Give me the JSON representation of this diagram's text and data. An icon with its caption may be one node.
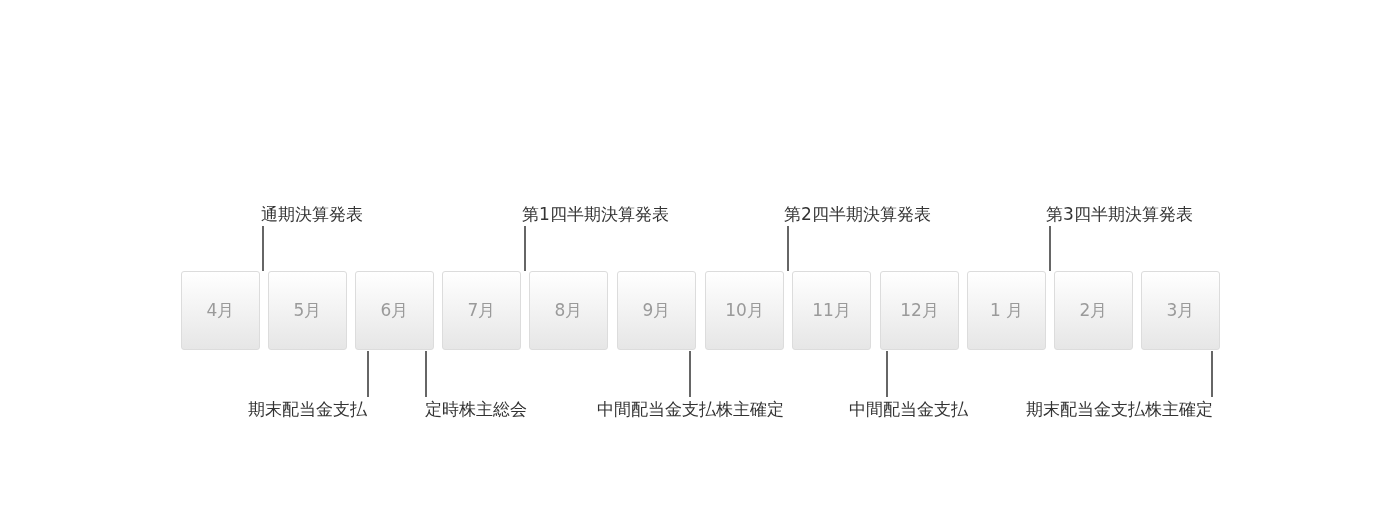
{
  "diagram": {
    "nodes": [
      {
        "text": [
          "4月"
        ]
      },
      {
        "text": [
          "5月"
        ]
      },
      {
        "text": [
          "6月"
        ]
      },
      {
        "text": [
          "7月"
        ]
      },
      {
        "text": [
          "8月"
        ]
      },
      {
        "text": [
          "9月"
        ]
      },
      {
        "text": [
          "10月"
        ]
      },
      {
        "text": [
          "11月"
        ]
      },
      {
        "text": [
          "12月"
        ]
      },
      {
        "text": [
          "1 月"
        ]
      },
      {
        "text": [
          "2月"
        ]
      },
      {
        "text": [
          "3月"
        ]
      },
      {
        "text": [
          "通期決算発表"
        ]
      },
      {
        "text": [
          "第1四半期決算発表"
        ]
      },
      {
        "text": [
          "第2四半期決算発表"
        ]
      },
      {
        "text": [
          "第3四半期決算発表"
        ]
      },
      {
        "text": [
          "期末配当金支払"
        ]
      },
      {
        "text": [
          "定時株主総会"
        ]
      },
      {
        "text": [
          "中間配当金支払株主確定"
        ]
      },
      {
        "text": [
          "中間配当金支払"
        ]
      },
      {
        "text": [
          "期末配当金支払株主確定"
        ]
      }
    ],
    "edges": [
      {
        "from": 12,
        "to": 0,
        "arrow": "none"
      },
      {
        "from": 13,
        "to": 3,
        "arrow": "none"
      },
      {
        "from": 14,
        "to": 6,
        "arrow": "none"
      },
      {
        "from": 15,
        "to": 9,
        "arrow": "none"
      },
      {
        "from": 16,
        "to": 2,
        "arrow": "none"
      },
      {
        "from": 17,
        "to": 2,
        "arrow": "none"
      },
      {
        "from": 18,
        "to": 5,
        "arrow": "none"
      },
      {
        "from": 19,
        "to": 8,
        "arrow": "none"
      },
      {
        "from": 20,
        "to": 11,
        "arrow": "none"
      }
    ]
  }
}
